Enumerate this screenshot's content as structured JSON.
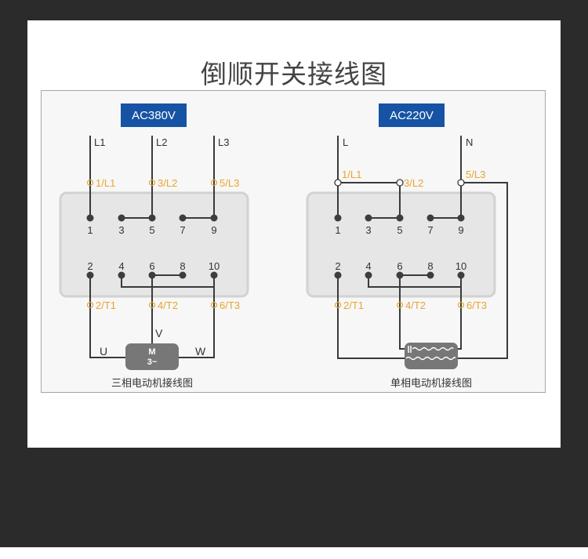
{
  "page": {
    "title": "倒顺开关接线图",
    "colors": {
      "background": "#2b2b2b",
      "card": "#ffffff",
      "panel": "#f7f7f7",
      "badge": "#1653a5",
      "terminal_label": "#e8a42f",
      "switch_body": "#e6e6e6",
      "wire": "#3a3a3a",
      "motor": "#777777"
    }
  },
  "diagrams": [
    {
      "id": "three-phase",
      "voltage_badge": "AC380V",
      "supply_lines": [
        "L1",
        "L2",
        "L3"
      ],
      "input_terminals": [
        "1/L1",
        "3/L2",
        "5/L3"
      ],
      "output_terminals": [
        "2/T1",
        "4/T2",
        "6/T3"
      ],
      "top_pins": [
        "1",
        "3",
        "5",
        "7",
        "9"
      ],
      "bottom_pins": [
        "2",
        "4",
        "6",
        "8",
        "10"
      ],
      "motor": {
        "label_top": "M",
        "label_bottom": "3~",
        "icon": "three-phase-motor-icon"
      },
      "phase_labels": {
        "u": "U",
        "v": "V",
        "w": "W"
      },
      "caption": "三相电动机接线图"
    },
    {
      "id": "single-phase",
      "voltage_badge": "AC220V",
      "supply_lines": [
        "L",
        "N"
      ],
      "input_terminals": [
        "1/L1",
        "3/L2",
        "5/L3"
      ],
      "output_terminals": [
        "2/T1",
        "4/T2",
        "6/T3"
      ],
      "top_pins": [
        "1",
        "3",
        "5",
        "7",
        "9"
      ],
      "bottom_pins": [
        "2",
        "4",
        "6",
        "8",
        "10"
      ],
      "motor": {
        "icon": "single-phase-motor-capacitor-icon"
      },
      "caption": "单相电动机接线图"
    }
  ]
}
